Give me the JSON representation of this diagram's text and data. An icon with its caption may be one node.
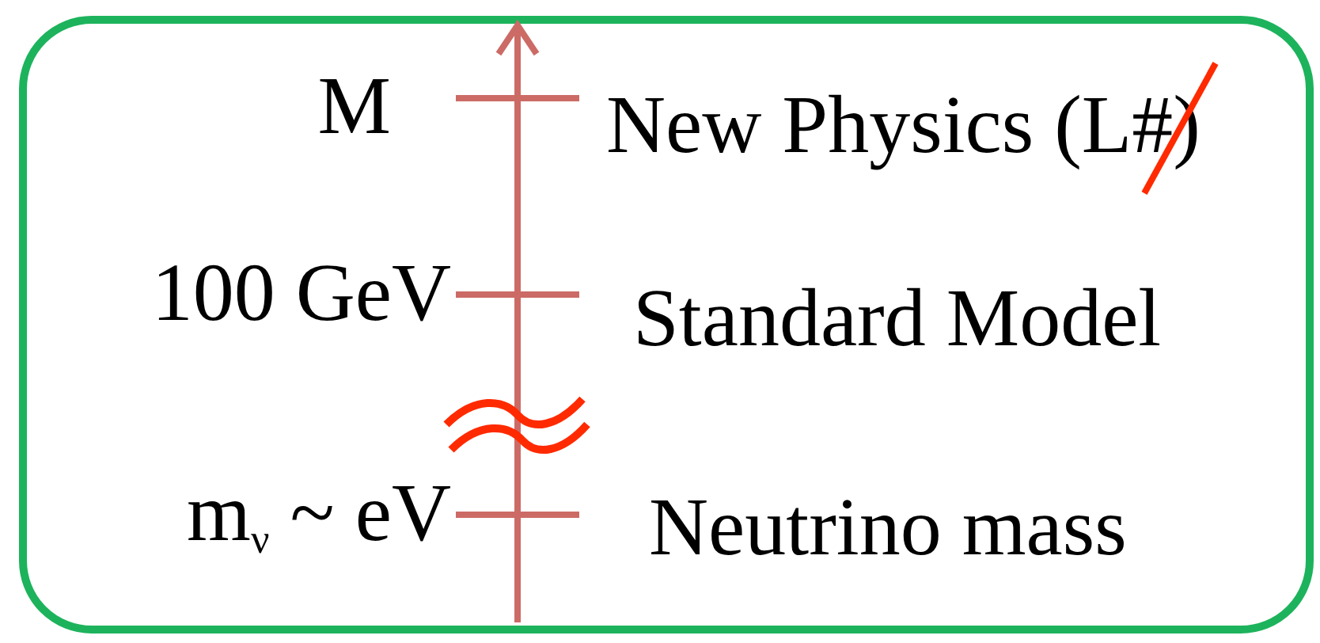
{
  "diagram": {
    "labels": [
      "M",
      "New Physics (L#)",
      "100 GeV",
      "Standard Model",
      "m$_{ν}$ ~ eV",
      "Neutrino mass"
    ]
  }
}
